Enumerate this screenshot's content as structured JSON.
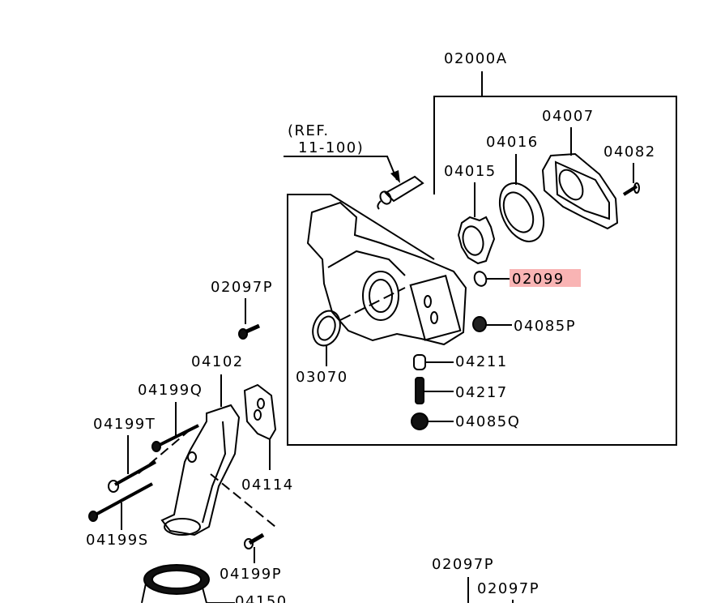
{
  "diagram": {
    "title": "Oil pump & oil filter bracket parts diagram",
    "highlight_color": "#f9b4b4",
    "line_color": "#000000",
    "reference_note": {
      "line1": "(REF.",
      "line2": "11-100)"
    },
    "parts": {
      "assembly": "02000A",
      "rear_cover": "04007",
      "outer_rotor": "04016",
      "inner_rotor": "04015",
      "cover_screw": "04082",
      "o_ring": "02099",
      "plug_p": "04085P",
      "front_seal": "03070",
      "relief_plunger": "04211",
      "relief_spring": "04217",
      "plug_q": "04085Q",
      "bolt_upper_left": "02097P",
      "bracket": "04102",
      "bolt_q": "04199Q",
      "bolt_t": "04199T",
      "gasket": "04114",
      "bolt_s": "04199S",
      "bolt_p": "04199P",
      "oil_filter": "04150",
      "bolt_lower_1": "02097P",
      "bolt_lower_2": "02097P"
    },
    "highlighted_part": "02099"
  }
}
